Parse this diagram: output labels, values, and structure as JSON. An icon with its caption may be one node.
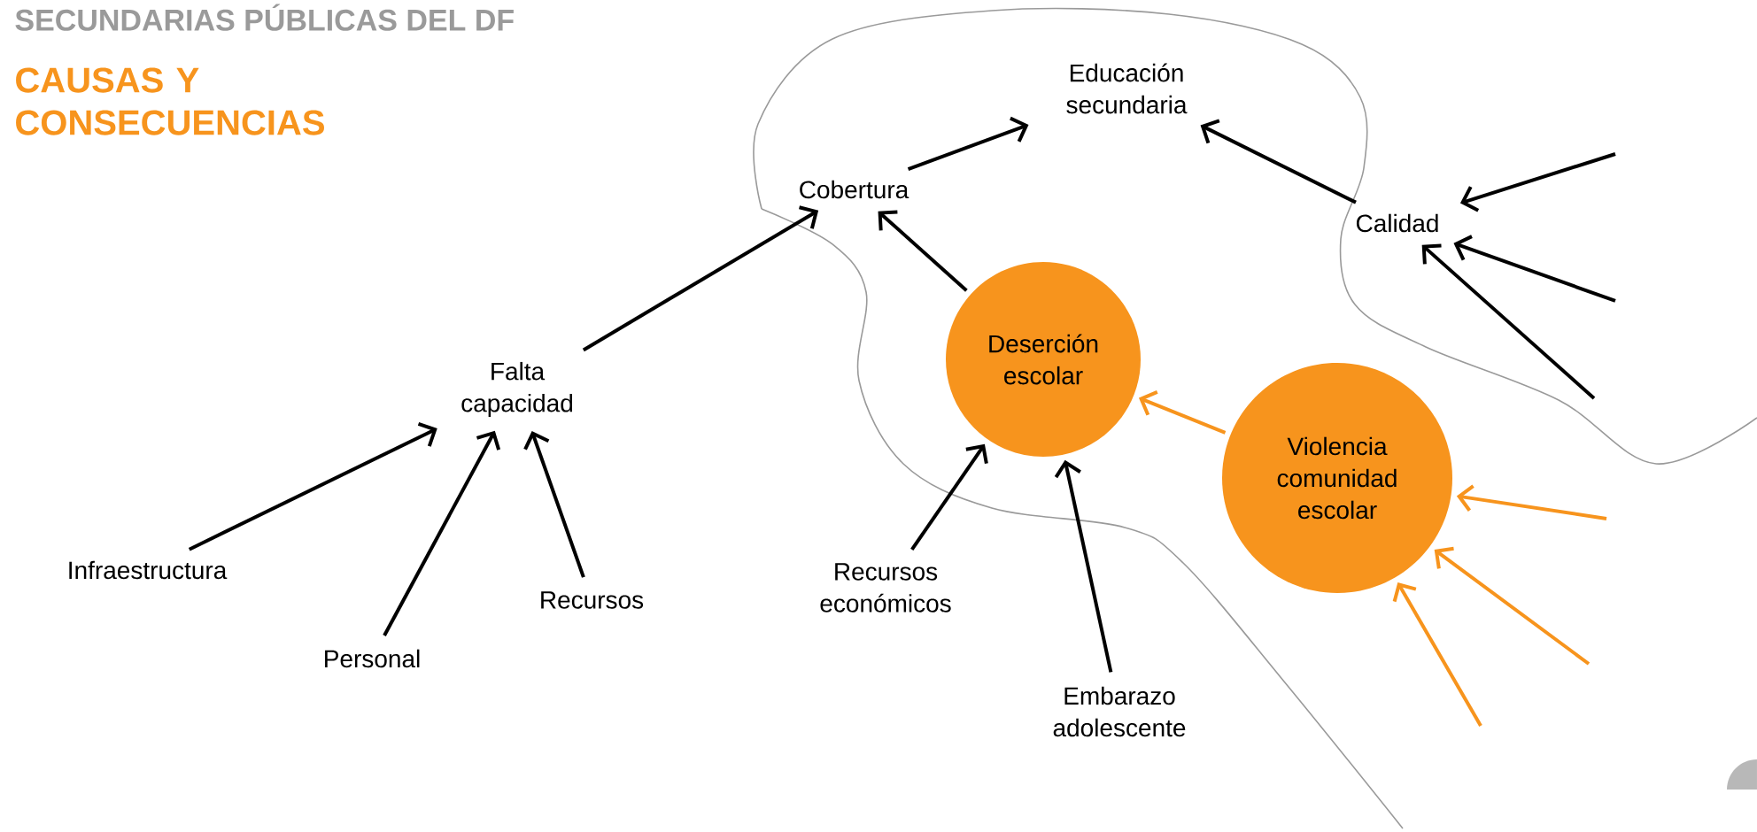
{
  "diagram": {
    "title": "CAUSAS Y CONSECUENCIAS",
    "nodes": [
      {
        "text": [
          "Educación secundaria"
        ]
      },
      {
        "text": [
          "Cobertura"
        ]
      },
      {
        "text": [
          "Calidad"
        ]
      },
      {
        "text": [
          "Deserción escolar"
        ]
      },
      {
        "text": [
          "Violencia comunidad escolar"
        ]
      },
      {
        "text": [
          "Falta capacidad"
        ]
      },
      {
        "text": [
          "Infraestructura"
        ]
      },
      {
        "text": [
          "Personal"
        ]
      },
      {
        "text": [
          "Recursos"
        ]
      },
      {
        "text": [
          "Recursos económicos"
        ]
      },
      {
        "text": [
          "Embarazo adolescente"
        ]
      }
    ],
    "edges": [
      {
        "from": 1,
        "to": 0,
        "arrow": "to"
      },
      {
        "from": 2,
        "to": 0,
        "arrow": "to"
      },
      {
        "from": 3,
        "to": 1,
        "arrow": "to"
      },
      {
        "from": 5,
        "to": 1,
        "arrow": "to"
      },
      {
        "from": 6,
        "to": 5,
        "arrow": "to"
      },
      {
        "from": 7,
        "to": 5,
        "arrow": "to"
      },
      {
        "from": 8,
        "to": 5,
        "arrow": "to"
      },
      {
        "from": 9,
        "to": 3,
        "arrow": "to"
      },
      {
        "from": 10,
        "to": 3,
        "arrow": "to"
      },
      {
        "from": 4,
        "to": 3,
        "arrow": "to",
        "color": "#f7941d"
      },
      {
        "from": null,
        "to": 2,
        "arrow": "to"
      },
      {
        "from": null,
        "to": 2,
        "arrow": "to"
      },
      {
        "from": null,
        "to": 2,
        "arrow": "to"
      },
      {
        "from": null,
        "to": 4,
        "arrow": "to",
        "color": "#f7941d"
      },
      {
        "from": null,
        "to": 4,
        "arrow": "to",
        "color": "#f7941d"
      },
      {
        "from": null,
        "to": 4,
        "arrow": "to",
        "color": "#f7941d"
      }
    ],
    "labels": [
      "SECUNDARIAS PÚBLICAS DEL DF"
    ]
  }
}
